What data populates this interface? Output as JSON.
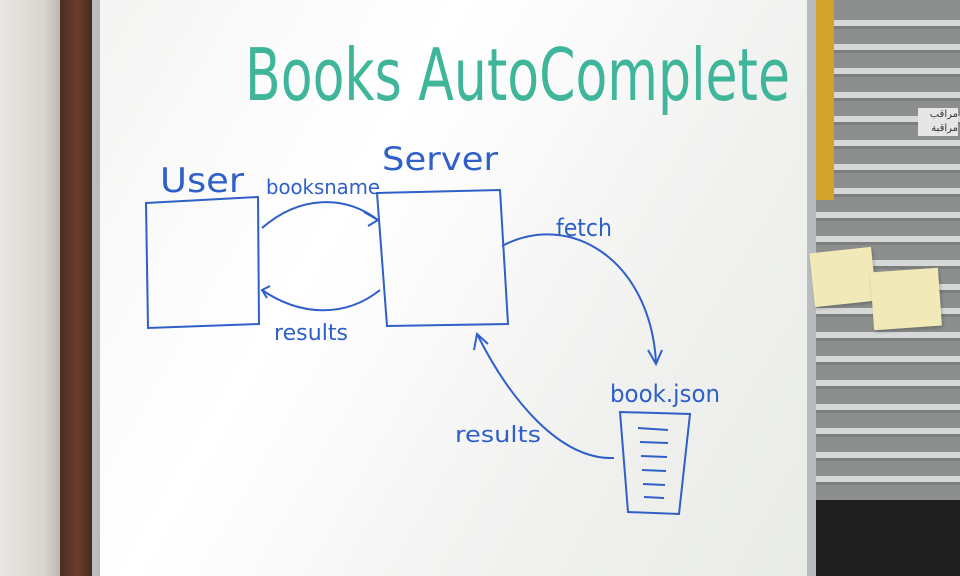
{
  "board": {
    "title": "Books AutoComplete",
    "nodes": {
      "user": "User",
      "server": "Server",
      "json": "book.json"
    },
    "edges": {
      "user_to_server": "booksname",
      "server_to_user": "results",
      "server_fetch": "fetch",
      "json_to_server": "results"
    }
  },
  "background": {
    "sign_text": "مراقب\nمراقبة"
  },
  "colors": {
    "title_ink": "#3fb59a",
    "diagram_ink": "#2f5fc8",
    "board_white": "#f7f8f6",
    "sticky_note": "#f2e9b8"
  }
}
